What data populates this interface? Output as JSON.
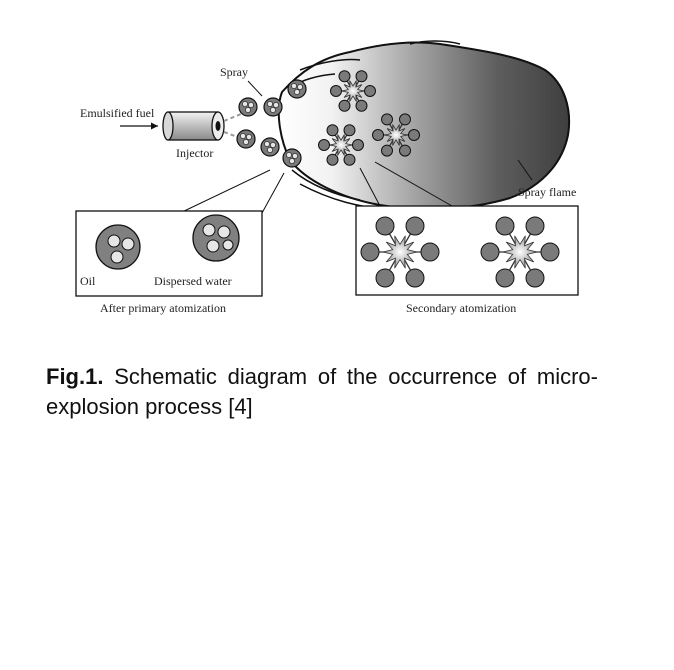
{
  "diagram": {
    "labels": {
      "spray": "Spray",
      "emulsified_fuel": "Emulsified fuel",
      "injector": "Injector",
      "spray_flame": "Spray flame",
      "oil": "Oil",
      "dispersed_water": "Dispersed water",
      "primary_caption": "After primary atomization",
      "secondary_caption": "Secondary atomization"
    },
    "colors": {
      "droplet": "#7a7a7a",
      "flame_dark": "#4a4a4a",
      "water": "#e6e6e6",
      "outline": "#111111"
    }
  },
  "caption": {
    "prefix": "Fig.1.",
    "text": " Schematic diagram of the occurrence of micro-explosion process [4]"
  }
}
